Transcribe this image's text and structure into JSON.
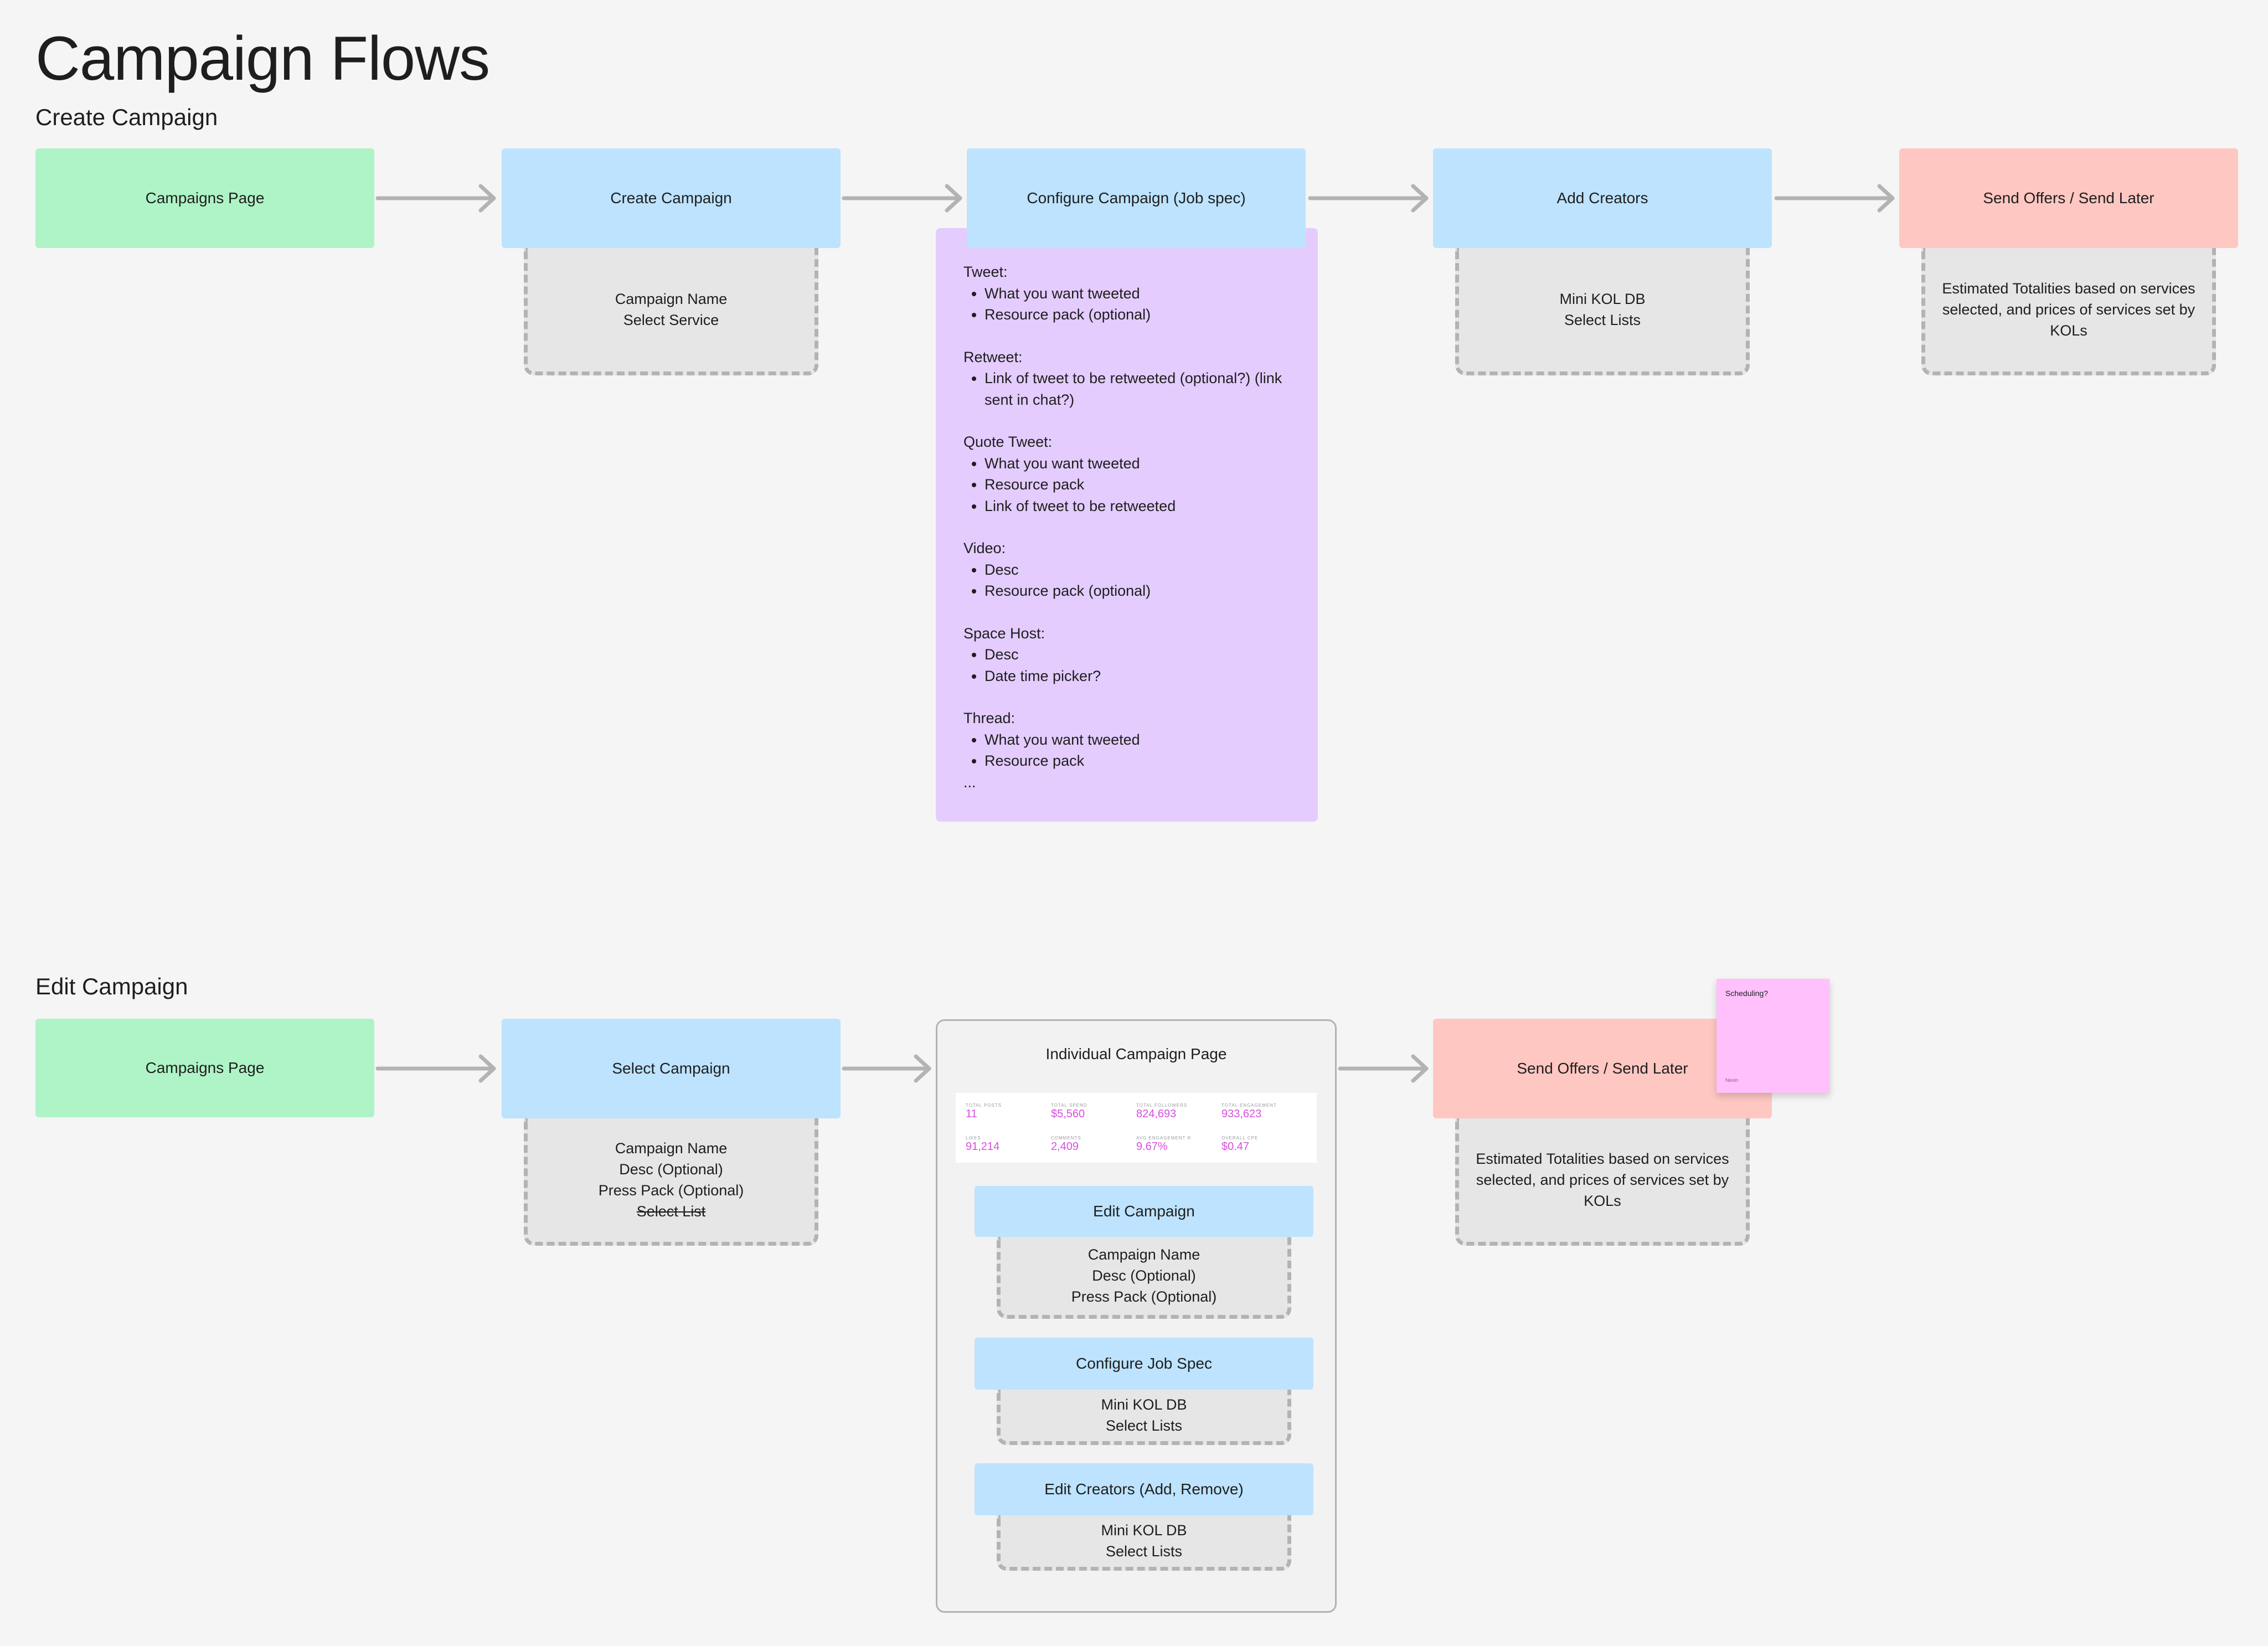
{
  "page": {
    "title": "Campaign Flows"
  },
  "create_flow": {
    "section_title": "Create Campaign",
    "nodes": {
      "campaigns_page": "Campaigns Page",
      "create_campaign": "Create Campaign",
      "configure_campaign": "Configure Campaign (Job spec)",
      "add_creators": "Add Creators",
      "send_offers": "Send Offers / Send Later"
    },
    "create_campaign_details": [
      "Campaign Name",
      "Select Service"
    ],
    "add_creators_details": [
      "Mini KOL DB",
      "Select Lists"
    ],
    "send_offers_details": "Estimated Totalities based on services selected, and prices of services set by KOLs",
    "job_spec": {
      "tweet": {
        "heading": "Tweet:",
        "items": [
          "What you want tweeted",
          "Resource pack (optional)"
        ]
      },
      "retweet": {
        "heading": "Retweet:",
        "items": [
          "Link of tweet to be retweeted (optional?) (link sent in chat?)"
        ]
      },
      "quote_tweet": {
        "heading": "Quote Tweet:",
        "items": [
          "What you want tweeted",
          "Resource pack",
          "Link of tweet to be retweeted"
        ]
      },
      "video": {
        "heading": "Video:",
        "items": [
          "Desc",
          "Resource pack (optional)"
        ]
      },
      "space_host": {
        "heading": "Space Host:",
        "items": [
          "Desc",
          "Date time picker?"
        ]
      },
      "thread": {
        "heading": "Thread:",
        "items": [
          "What you want tweeted",
          "Resource pack"
        ]
      },
      "ellipsis": "..."
    }
  },
  "edit_flow": {
    "section_title": "Edit Campaign",
    "nodes": {
      "campaigns_page": "Campaigns Page",
      "select_campaign": "Select Campaign",
      "send_offers": "Send Offers / Send Later"
    },
    "select_campaign_details": [
      "Campaign Name",
      "Desc (Optional)",
      "Press Pack (Optional)",
      "Select List"
    ],
    "send_offers_details": "Estimated Totalities based on services selected, and prices of services set by KOLs",
    "individual_page": {
      "title": "Individual Campaign Page",
      "stats": [
        {
          "label": "TOTAL POSTS",
          "value": "11"
        },
        {
          "label": "TOTAL SPEND",
          "value": "$5,560"
        },
        {
          "label": "TOTAL FOLLOWERS",
          "value": "824,693"
        },
        {
          "label": "TOTAL ENGAGEMENT",
          "value": "933,623"
        },
        {
          "label": "LIKES",
          "value": "91,214"
        },
        {
          "label": "COMMENTS",
          "value": "2,409"
        },
        {
          "label": "AVG ENGAGEMENT R",
          "value": "9.67%"
        },
        {
          "label": "OVERALL CPE",
          "value": "$0.47"
        }
      ],
      "edit_campaign": {
        "label": "Edit Campaign",
        "details": [
          "Campaign Name",
          "Desc (Optional)",
          "Press Pack (Optional)"
        ]
      },
      "configure_job_spec": {
        "label": "Configure Job Spec",
        "details": [
          "Mini KOL DB",
          "Select Lists"
        ]
      },
      "edit_creators": {
        "label": "Edit Creators (Add, Remove)",
        "details": [
          "Mini KOL DB",
          "Select Lists"
        ]
      }
    },
    "sticky_note": {
      "text": "Scheduling?",
      "author": "Nevin"
    }
  },
  "colors": {
    "green": "#aff4c6",
    "blue": "#bde3ff",
    "red": "#ffc7c2",
    "purple": "#e4ccff",
    "gray": "#e6e6e6",
    "sticky": "#ffc0fc",
    "stat_value": "#d64fe0",
    "connector": "#b3b3b3"
  }
}
